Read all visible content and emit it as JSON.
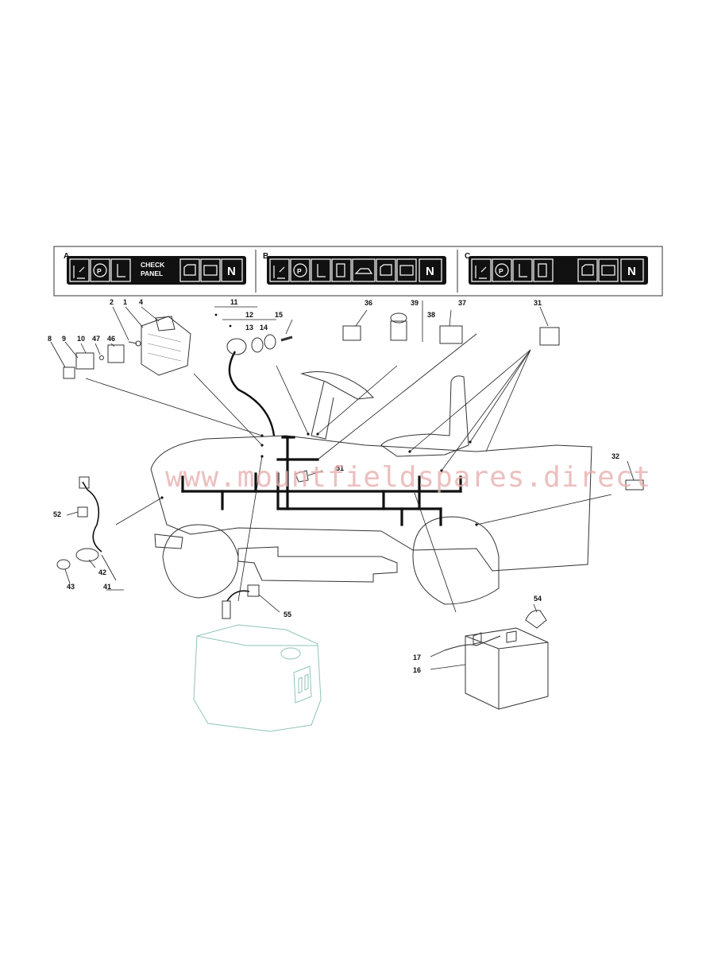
{
  "watermark": "www.mountfieldspares.direct",
  "sections": [
    {
      "id": "A",
      "label": "A",
      "panel_text": [
        "CHECK",
        "PANEL"
      ]
    },
    {
      "id": "B",
      "label": "B"
    },
    {
      "id": "C",
      "label": "C"
    }
  ],
  "panel_icons": {
    "A": [
      "seat-icon",
      "parking-icon",
      "seat-switch-icon",
      "check-panel-text",
      "oil-can-icon",
      "battery-icon",
      "neutral-icon"
    ],
    "B": [
      "seat-icon",
      "parking-icon",
      "seat-switch-icon",
      "fuel-icon",
      "oil-can-icon",
      "grassbox-icon",
      "battery-icon",
      "neutral-icon"
    ],
    "C": [
      "seat-icon",
      "parking-icon",
      "seat-switch-icon",
      "fuel-icon",
      "grassbox-icon",
      "battery-icon",
      "neutral-icon"
    ]
  },
  "neutral_letter": "N",
  "parking_letter": "P",
  "part_labels": [
    {
      "id": "p1",
      "text": "1"
    },
    {
      "id": "p2",
      "text": "2"
    },
    {
      "id": "p4",
      "text": "4"
    },
    {
      "id": "p8",
      "text": "8"
    },
    {
      "id": "p9",
      "text": "9"
    },
    {
      "id": "p10",
      "text": "10"
    },
    {
      "id": "p47",
      "text": "47"
    },
    {
      "id": "p46",
      "text": "46"
    },
    {
      "id": "p11",
      "text": "11"
    },
    {
      "id": "p12",
      "text": "12"
    },
    {
      "id": "p13",
      "text": "13"
    },
    {
      "id": "p14",
      "text": "14"
    },
    {
      "id": "p15",
      "text": "15"
    },
    {
      "id": "p36",
      "text": "36"
    },
    {
      "id": "p39",
      "text": "39"
    },
    {
      "id": "p38",
      "text": "38"
    },
    {
      "id": "p37",
      "text": "37"
    },
    {
      "id": "p31",
      "text": "31"
    },
    {
      "id": "p32",
      "text": "32"
    },
    {
      "id": "p51",
      "text": "51"
    },
    {
      "id": "p52",
      "text": "52"
    },
    {
      "id": "p42",
      "text": "42"
    },
    {
      "id": "p43",
      "text": "43"
    },
    {
      "id": "p41",
      "text": "41"
    },
    {
      "id": "p55",
      "text": "55"
    },
    {
      "id": "p54",
      "text": "54"
    },
    {
      "id": "p17",
      "text": "17"
    },
    {
      "id": "p16",
      "text": "16"
    }
  ]
}
